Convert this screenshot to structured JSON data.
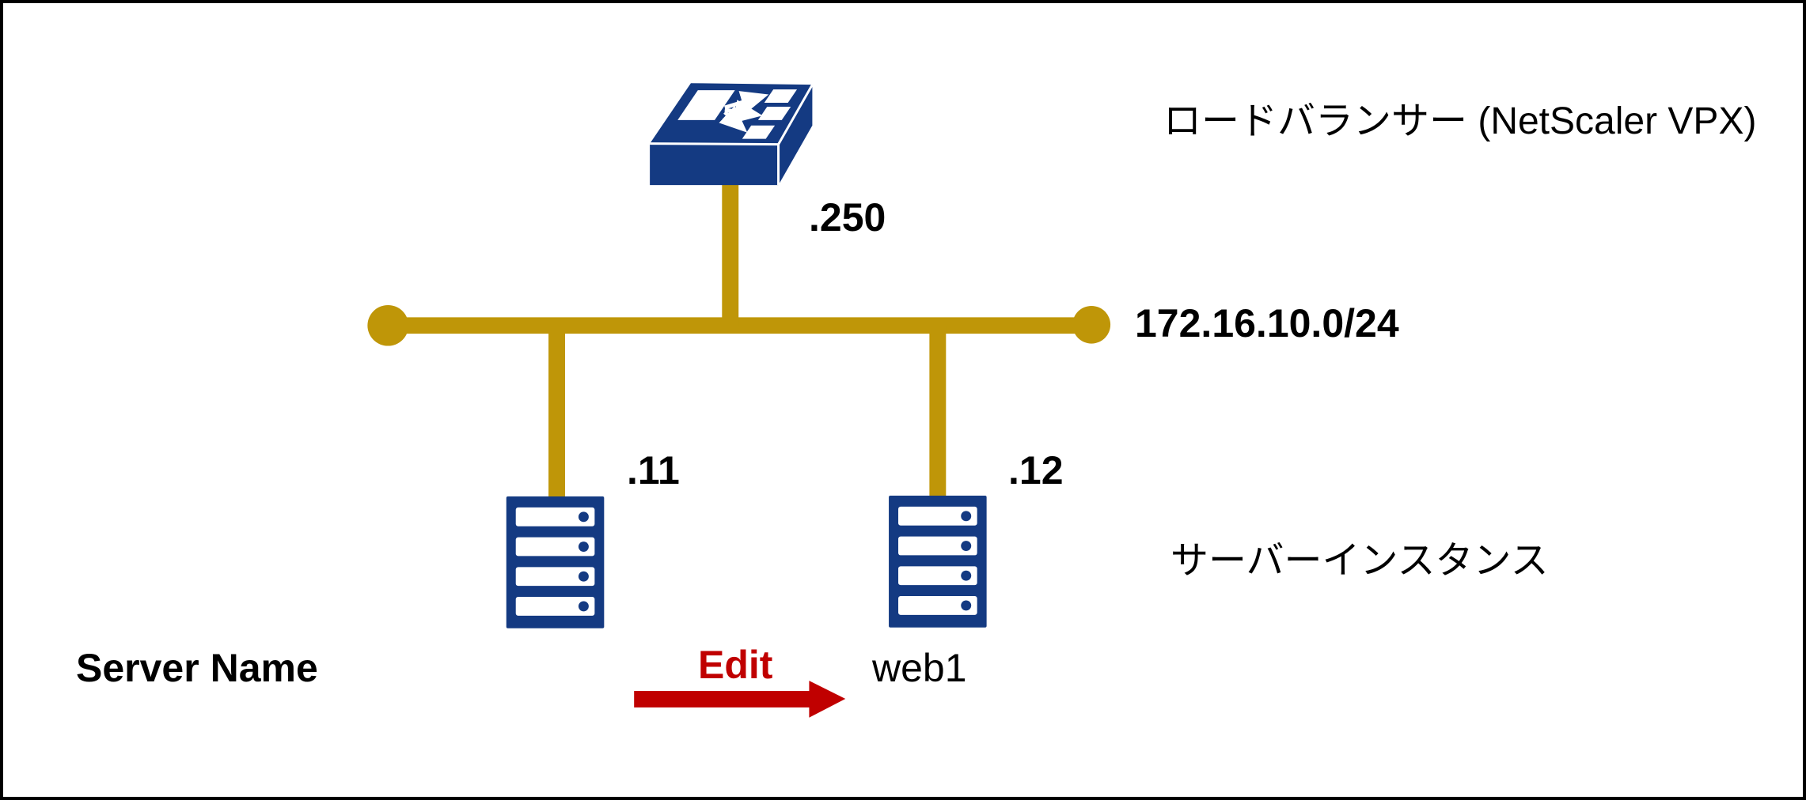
{
  "colors": {
    "node_blue": "#143A82",
    "link_gold": "#BF9608",
    "action_red": "#C00000",
    "text_black": "#000000",
    "background": "#FFFFFF",
    "frame_border": "#000000"
  },
  "load_balancer": {
    "title": "ロードバランサー (NetScaler VPX)",
    "interface_ip": ".250",
    "icon": "load-balancer-icon"
  },
  "network": {
    "cidr": "172.16.10.0/24",
    "icon": "bus-line-with-endpoint-dots"
  },
  "servers": {
    "title": "サーバーインスタンス",
    "icon": "rack-server-icon",
    "items": [
      {
        "interface_ip": ".11"
      },
      {
        "interface_ip": ".12",
        "name": "web1"
      }
    ]
  },
  "annotation": {
    "field": "Server Name",
    "action": "Edit",
    "icon": "right-arrow-icon"
  }
}
